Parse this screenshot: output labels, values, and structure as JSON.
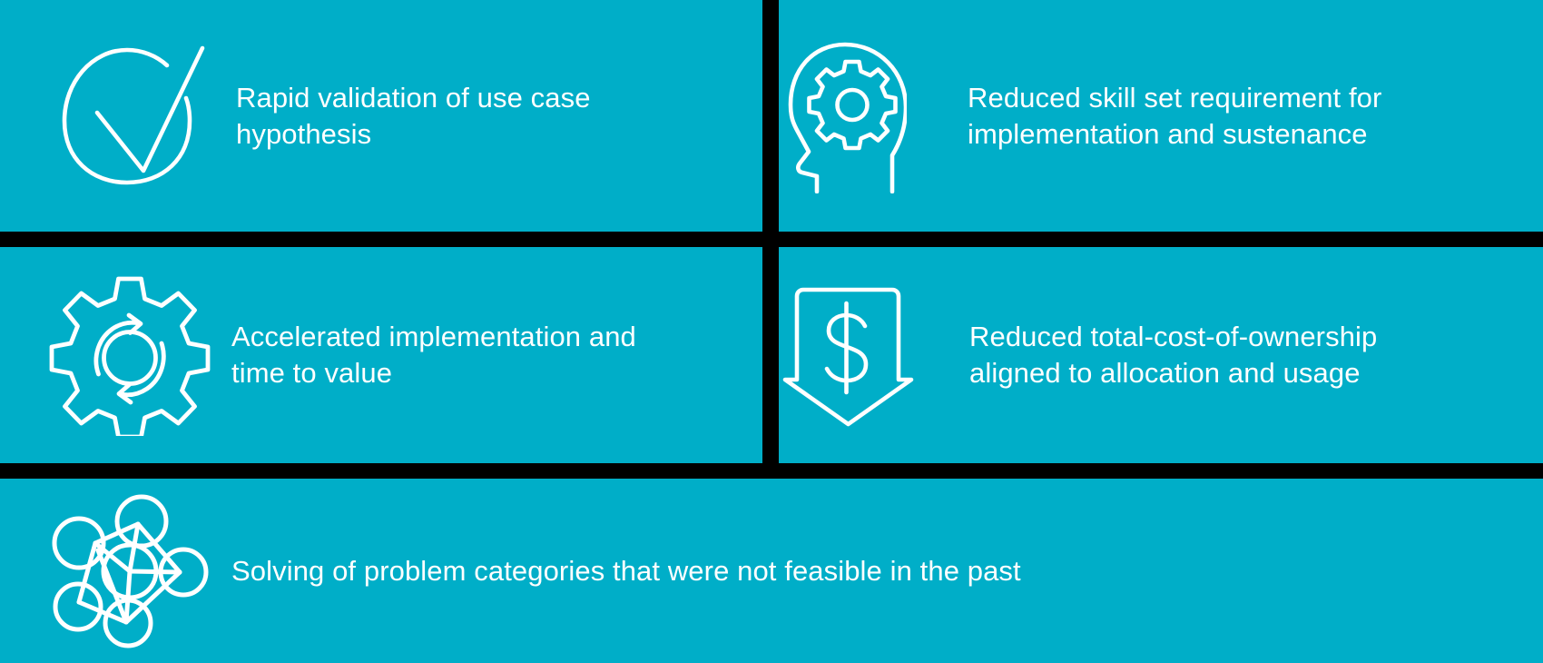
{
  "theme": {
    "background_color": "#000000",
    "panel_color": "#00AEC8",
    "text_color": "#FFFFFF",
    "icon_color": "#FFFFFF"
  },
  "panels": [
    {
      "id": "rapid-validation",
      "icon": "check-circle-icon",
      "text": "Rapid validation of use case\nhypothesis"
    },
    {
      "id": "reduced-skill-set",
      "icon": "head-gear-icon",
      "text": "Reduced skill set requirement for\nimplementation and sustenance"
    },
    {
      "id": "accelerated-implementation",
      "icon": "gear-refresh-icon",
      "text": "Accelerated implementation and\ntime to value"
    },
    {
      "id": "reduced-tco",
      "icon": "dollar-down-arrow-icon",
      "text": "Reduced total-cost-of-ownership\naligned to allocation and usage"
    },
    {
      "id": "solving-problem-categories",
      "icon": "network-nodes-icon",
      "text": "Solving of problem categories that were not feasible in the past"
    }
  ]
}
